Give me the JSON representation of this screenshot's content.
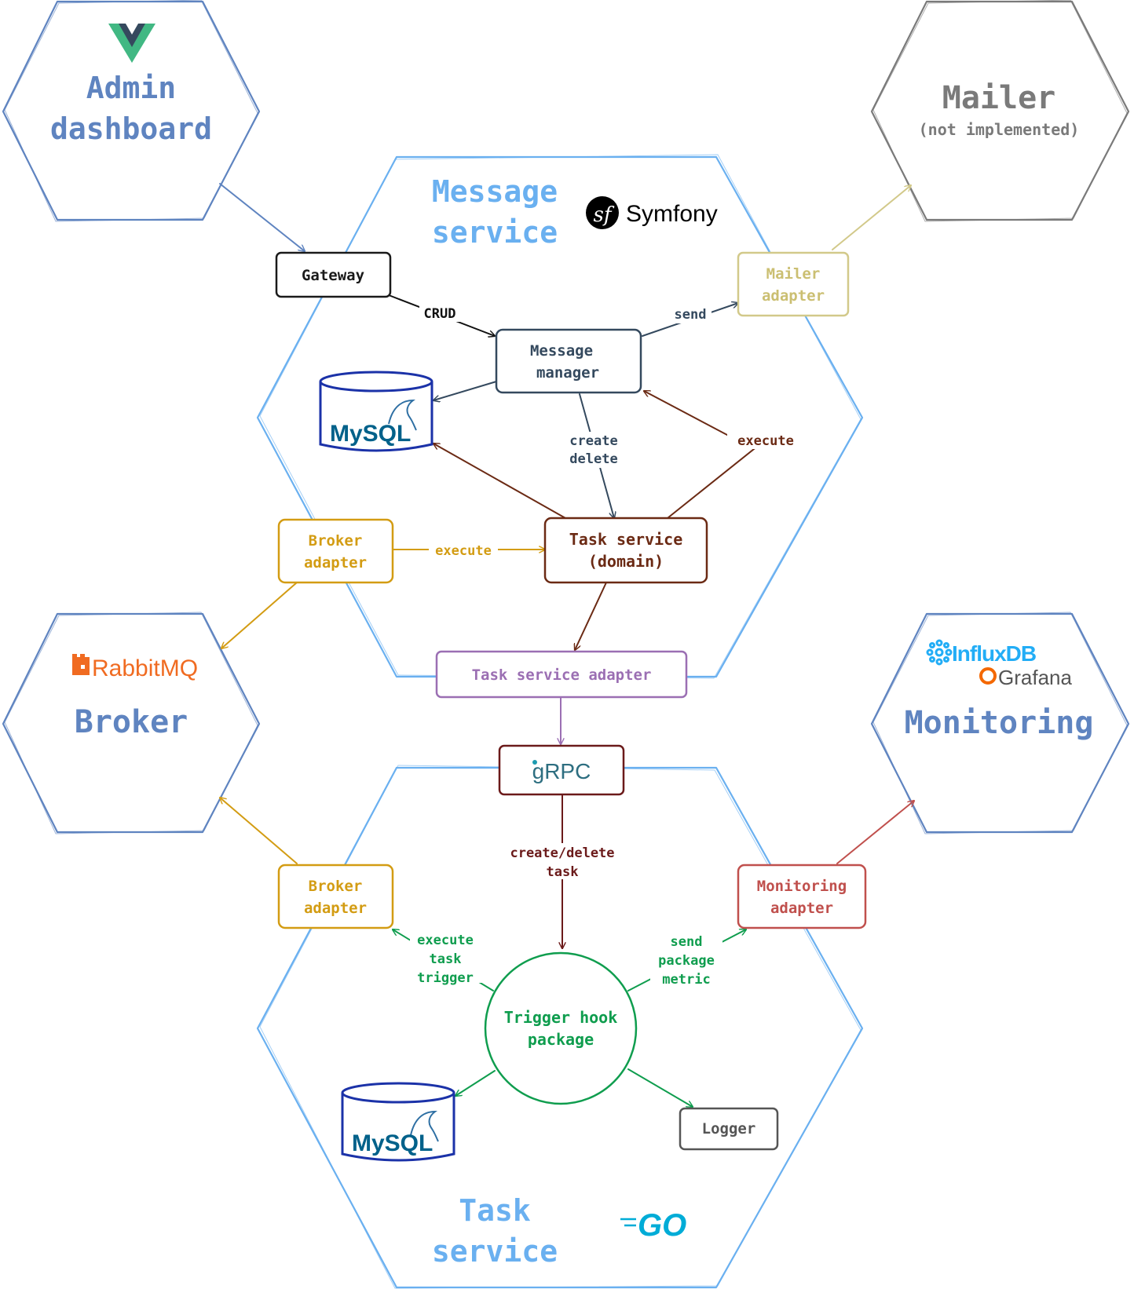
{
  "colors": {
    "blue_hex": "#5f84c0",
    "light_blue": "#6ab0f0",
    "gray": "#7a7a7a",
    "gateway": "#1a1a1a",
    "manager": "#34495e",
    "task_domain": "#6b2a14",
    "broker": "#d39c13",
    "mailer_adapter": "#d2c98a",
    "task_adapter": "#9b6fb3",
    "grpc": "#6b1a1a",
    "green": "#0f9d4e",
    "monitoring_adapter": "#c0504d",
    "mysql_blue": "#1b32a8"
  },
  "hexagons": {
    "admin": {
      "line1": "Admin",
      "line2": "dashboard",
      "logo_icon": "vue-logo-icon"
    },
    "mailer": {
      "title": "Mailer",
      "subtitle": "(not implemented)"
    },
    "broker": {
      "title": "Broker",
      "logo_text": "RabbitMQ"
    },
    "monitoring": {
      "title": "Monitoring",
      "logo_line1": "InfluxDB",
      "logo_line2": "Grafana"
    },
    "message_service": {
      "line1": "Message",
      "line2": "service",
      "logo_text": "Symfony"
    },
    "task_service": {
      "line1": "Task",
      "line2": "service",
      "logo_text": "GO"
    }
  },
  "nodes": {
    "gateway": "Gateway",
    "message_manager": [
      "Message",
      "manager"
    ],
    "mailer_adapter": [
      "Mailer",
      "adapter"
    ],
    "task_service_domain": [
      "Task service",
      "(domain)"
    ],
    "broker_adapter_top": [
      "Broker",
      "adapter"
    ],
    "task_service_adapter": "Task service adapter",
    "grpc": "gRPC",
    "broker_adapter_bottom": [
      "Broker",
      "adapter"
    ],
    "monitoring_adapter": [
      "Monitoring",
      "adapter"
    ],
    "trigger_hook": [
      "Trigger hook",
      "package"
    ],
    "logger": "Logger",
    "mysql_top": "MySQL",
    "mysql_bottom": "MySQL"
  },
  "edges": {
    "crud": "CRUD",
    "send": "send",
    "create_delete": [
      "create",
      "delete"
    ],
    "execute_top": "execute",
    "execute_broker": "execute",
    "create_delete_task": [
      "create/delete",
      "task"
    ],
    "execute_task_trigger": [
      "execute",
      "task",
      "trigger"
    ],
    "send_package_metric": [
      "send",
      "package",
      "metric"
    ]
  }
}
